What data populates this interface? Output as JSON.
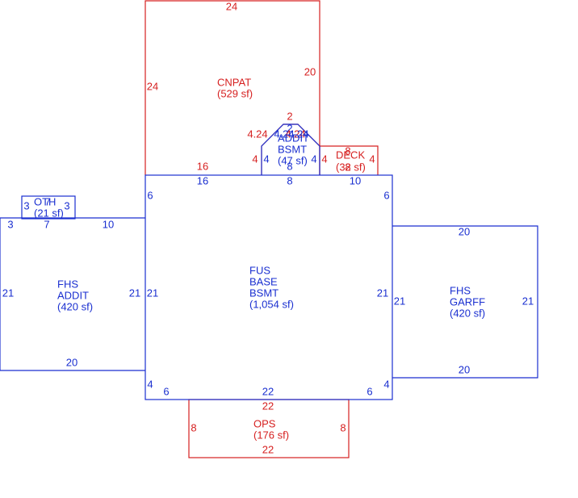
{
  "colors": {
    "main": "#1a2fd0",
    "porch": "#d62020"
  },
  "areas": {
    "cnpat": {
      "label": "CNPAT",
      "area": "(529 sf)",
      "dims": {
        "top": "24",
        "left": "24",
        "right": "20",
        "bottom": "16"
      }
    },
    "addit_bsmt": {
      "label1": "ADDIT",
      "label2": "BSMT",
      "area": "(47 sf)",
      "dims": {
        "top": "2",
        "diag_left": "4.24",
        "diag_right": "4.24",
        "left": "4",
        "right": "4",
        "bottom": "8",
        "top_red": "2",
        "left_red": "4",
        "right_red": "4",
        "diag_left_red": "4.24",
        "diag_right_red": "4.24"
      }
    },
    "deck": {
      "label": "DECK",
      "area": "(32 sf)",
      "dims": {
        "top": "8",
        "bottom": "8",
        "left": "4",
        "right": "4"
      }
    },
    "oth": {
      "label": "OTH",
      "area": "(21 sf)",
      "dims": {
        "left": "3",
        "top": "7",
        "right": "3"
      }
    },
    "fhs_addit": {
      "label1": "FHS",
      "label2": "ADDIT",
      "area": "(420 sf)",
      "dims": {
        "top_left": "3",
        "top_mid": "7",
        "top_right": "10",
        "left": "21",
        "right": "21",
        "bottom": "20"
      }
    },
    "fus": {
      "label1": "FUS",
      "label2": "BASE",
      "label3": "BSMT",
      "area": "(1,054 sf)",
      "dims": {
        "top_left": "16",
        "top_mid": "8",
        "top_right": "10",
        "left_top": "6",
        "right_top": "6",
        "left": "21",
        "right": "21",
        "left_bottom": "4",
        "right_bottom": "4",
        "bottom_left": "6",
        "bottom_mid": "22",
        "bottom_right": "6"
      }
    },
    "fhs_garff": {
      "label1": "FHS",
      "label2": "GARFF",
      "area": "(420 sf)",
      "dims": {
        "top": "20",
        "left": "21",
        "right": "21",
        "bottom": "20"
      }
    },
    "ops": {
      "label": "OPS",
      "area": "(176 sf)",
      "dims": {
        "top": "22",
        "left": "8",
        "right": "8",
        "bottom": "22"
      }
    }
  }
}
